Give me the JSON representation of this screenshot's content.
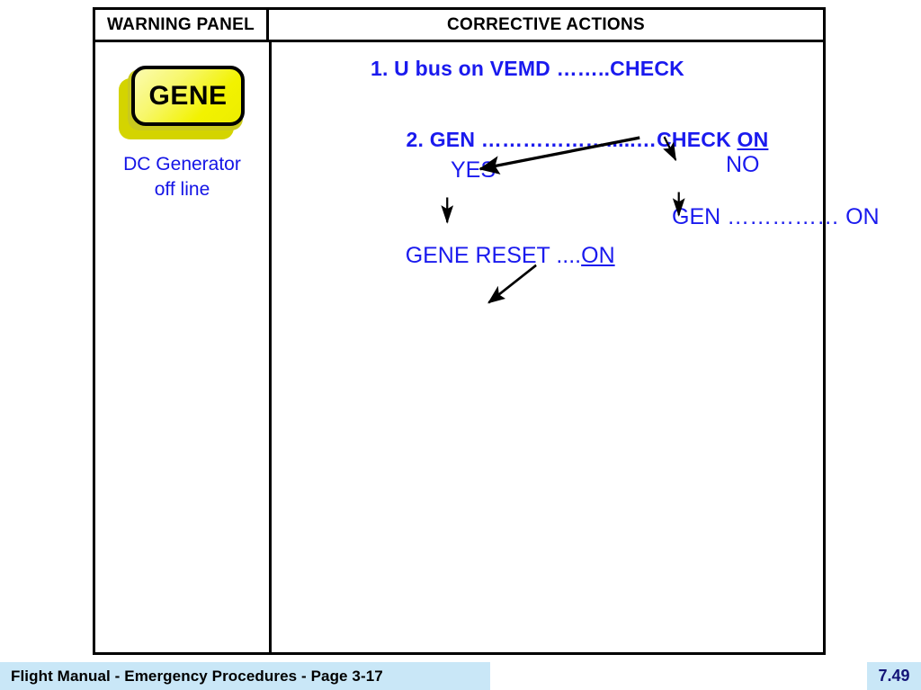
{
  "table": {
    "headers": {
      "warning_panel": "WARNING PANEL",
      "corrective_actions": "CORRECTIVE ACTIONS"
    }
  },
  "warning_panel": {
    "indicator_label": "GENE",
    "indicator_color": "#F2F200",
    "indicator_text_color": "#000000",
    "caption_line1": "DC Generator",
    "caption_line2": "off line"
  },
  "corrective_actions": {
    "text_color": "#1A1AEE",
    "step_1": {
      "number": "1.",
      "text": "1. U bus on VEMD ……..CHECK"
    },
    "step_2": {
      "number": "2.",
      "prefix": "2. GEN ……………….....…CHECK ",
      "underlined": "ON"
    },
    "branch_yes_label": "YES",
    "branch_no_label": "NO",
    "yes_outcome_prefix": "GENE RESET ....",
    "yes_outcome_underlined": "ON",
    "no_outcome": "GEN …………… ON"
  },
  "footer": {
    "title": "Flight Manual - Emergency Procedures - Page 3-17",
    "page_number": "7.49",
    "highlight_color": "#C9E7F7",
    "page_number_color": "#141478"
  }
}
